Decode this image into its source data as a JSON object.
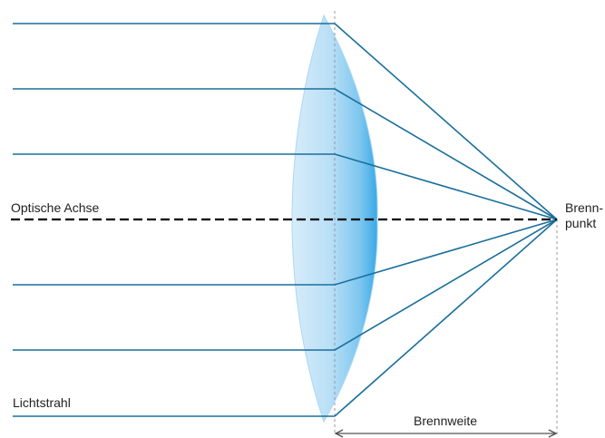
{
  "labels": {
    "optical_axis": "Optische Achse",
    "light_ray": "Lichtstrahl",
    "focal_point_line1": "Brenn-",
    "focal_point_line2": "punkt",
    "focal_length": "Brennweite"
  },
  "colors": {
    "ray": "#1a6f9c",
    "lens_light": "#cfe8f8",
    "lens_dark": "#3aaae6",
    "axis": "#000000",
    "guide": "#9a9a9a",
    "arrow": "#555555"
  }
}
